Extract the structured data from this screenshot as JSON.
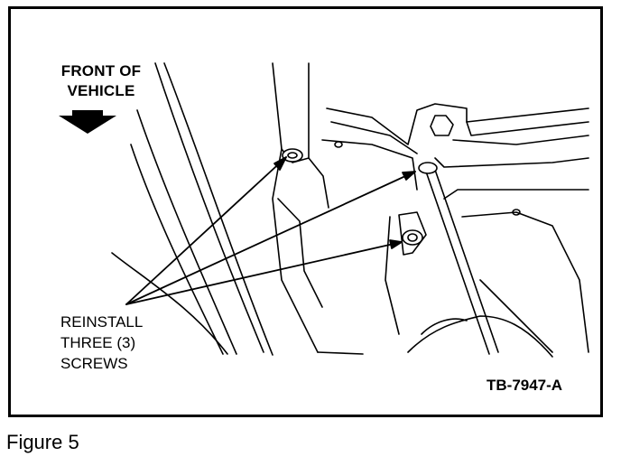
{
  "figure": {
    "direction_label": [
      "FRONT OF",
      "VEHICLE"
    ],
    "callout_lines": [
      "REINSTALL",
      "THREE (3)",
      "SCREWS"
    ],
    "reference_code": "TB-7947-A",
    "caption": "Figure 5",
    "icons": [
      "direction-arrow-icon"
    ]
  }
}
